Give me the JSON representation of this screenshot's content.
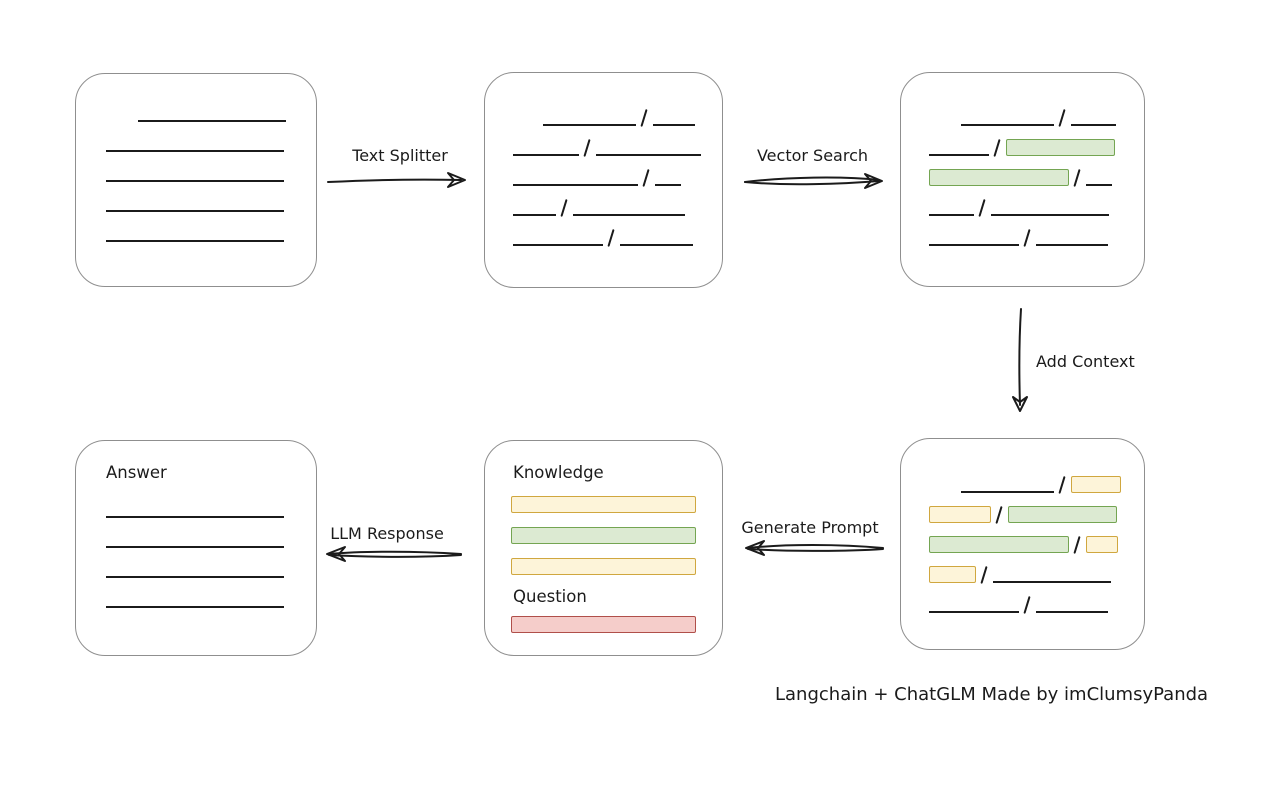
{
  "caption": "Langchain + ChatGLM Made by imClumsyPanda",
  "separator_glyph": "/",
  "arrows": {
    "text_splitter": {
      "label": "Text Splitter"
    },
    "vector_search": {
      "label": "Vector Search"
    },
    "add_context": {
      "label": "Add Context"
    },
    "generate_prompt": {
      "label": "Generate Prompt"
    },
    "llm_response": {
      "label": "LLM Response"
    }
  },
  "boxes": {
    "document": {
      "rows": [
        {
          "indent": 32,
          "segs": [
            {
              "t": "line",
              "w": 148
            }
          ]
        },
        {
          "indent": 0,
          "segs": [
            {
              "t": "line",
              "w": 178
            }
          ]
        },
        {
          "indent": 0,
          "segs": [
            {
              "t": "line",
              "w": 178
            }
          ]
        },
        {
          "indent": 0,
          "segs": [
            {
              "t": "line",
              "w": 178
            }
          ]
        },
        {
          "indent": 0,
          "segs": [
            {
              "t": "line",
              "w": 178
            }
          ]
        }
      ]
    },
    "split_text": {
      "rows": [
        {
          "indent": 30,
          "segs": [
            {
              "t": "line",
              "w": 93
            },
            {
              "t": "line",
              "w": 42
            }
          ]
        },
        {
          "indent": 0,
          "segs": [
            {
              "t": "line",
              "w": 66
            },
            {
              "t": "line",
              "w": 105
            }
          ]
        },
        {
          "indent": 0,
          "segs": [
            {
              "t": "line",
              "w": 125
            },
            {
              "t": "line",
              "w": 26
            }
          ]
        },
        {
          "indent": 0,
          "segs": [
            {
              "t": "line",
              "w": 43
            },
            {
              "t": "line",
              "w": 112
            }
          ]
        },
        {
          "indent": 0,
          "segs": [
            {
              "t": "line",
              "w": 90
            },
            {
              "t": "line",
              "w": 73
            }
          ]
        }
      ]
    },
    "vector_matches": {
      "rows": [
        {
          "indent": 32,
          "segs": [
            {
              "t": "line",
              "w": 93
            },
            {
              "t": "line",
              "w": 45
            }
          ]
        },
        {
          "indent": 0,
          "segs": [
            {
              "t": "line",
              "w": 60
            },
            {
              "t": "green",
              "w": 107
            }
          ]
        },
        {
          "indent": 0,
          "segs": [
            {
              "t": "green",
              "w": 138
            },
            {
              "t": "line",
              "w": 26
            }
          ]
        },
        {
          "indent": 0,
          "segs": [
            {
              "t": "line",
              "w": 45
            },
            {
              "t": "line",
              "w": 118
            }
          ]
        },
        {
          "indent": 0,
          "segs": [
            {
              "t": "line",
              "w": 90
            },
            {
              "t": "line",
              "w": 72
            }
          ]
        }
      ]
    },
    "context_chunks": {
      "rows": [
        {
          "indent": 32,
          "segs": [
            {
              "t": "line",
              "w": 93
            },
            {
              "t": "yellow",
              "w": 48
            }
          ]
        },
        {
          "indent": 0,
          "segs": [
            {
              "t": "yellow",
              "w": 60
            },
            {
              "t": "green",
              "w": 107
            }
          ]
        },
        {
          "indent": 0,
          "segs": [
            {
              "t": "green",
              "w": 138
            },
            {
              "t": "yellow",
              "w": 30
            }
          ]
        },
        {
          "indent": 0,
          "segs": [
            {
              "t": "yellow",
              "w": 45
            },
            {
              "t": "line",
              "w": 118
            }
          ]
        },
        {
          "indent": 0,
          "segs": [
            {
              "t": "line",
              "w": 90
            },
            {
              "t": "line",
              "w": 72
            }
          ]
        }
      ]
    },
    "prompt": {
      "knowledge_label": "Knowledge",
      "question_label": "Question",
      "knowledge_bars": [
        "yellow",
        "green",
        "yellow"
      ],
      "question_bars": [
        "red"
      ]
    },
    "answer": {
      "label": "Answer",
      "rows": [
        {
          "indent": 0,
          "segs": [
            {
              "t": "line",
              "w": 178
            }
          ]
        },
        {
          "indent": 0,
          "segs": [
            {
              "t": "line",
              "w": 178
            }
          ]
        },
        {
          "indent": 0,
          "segs": [
            {
              "t": "line",
              "w": 178
            }
          ]
        },
        {
          "indent": 0,
          "segs": [
            {
              "t": "line",
              "w": 178
            }
          ]
        }
      ]
    }
  },
  "colors": {
    "background": "#ffffff",
    "ink": "#1b1b1b",
    "box_border": "#8f8f8f",
    "green_fill": "#dcead2",
    "green_border": "#74a552",
    "yellow_fill": "#fdf4d9",
    "yellow_border": "#d0a73f",
    "red_fill": "#f5cdca",
    "red_border": "#b04f4a"
  }
}
